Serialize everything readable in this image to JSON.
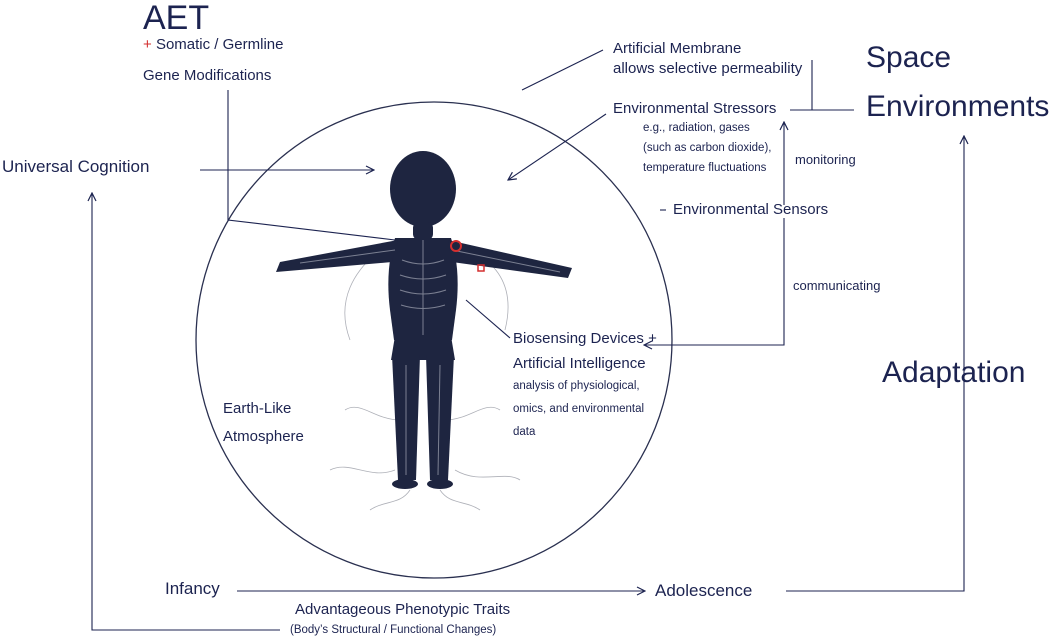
{
  "labels": {
    "aet": "AET",
    "plus": "+",
    "somatic_germline": "Somatic / Germline",
    "gene_modifications": "Gene Modifications",
    "universal_cognition": "Universal Cognition",
    "artificial_membrane": "Artificial Membrane",
    "selective_permeability": "allows selective permeability",
    "space": "Space",
    "environments": "Environments",
    "environmental_stressors": "Environmental Stressors",
    "stressor_examples_1": "e.g., radiation, gases",
    "stressor_examples_2": "(such as carbon dioxide),",
    "stressor_examples_3": "temperature fluctuations",
    "monitoring": "monitoring",
    "environmental_sensors": "Environmental Sensors",
    "communicating": "communicating",
    "biosensing_devices": "Biosensing Devices +",
    "artificial_intelligence": "Artificial Intelligence",
    "analysis_1": "analysis of physiological,",
    "analysis_2": "omics, and environmental",
    "analysis_3": "data",
    "earth_like": "Earth-Like",
    "atmosphere": "Atmosphere",
    "adaptation": "Adaptation",
    "infancy": "Infancy",
    "adolescence": "Adolescence",
    "phenotypic_traits": "Advantageous Phenotypic Traits",
    "structural_changes": "(Body’s Structural / Functional Changes)"
  },
  "colors": {
    "ink": "#1c2350",
    "accent_red": "#d32f2f",
    "figure": "#1e2540"
  }
}
